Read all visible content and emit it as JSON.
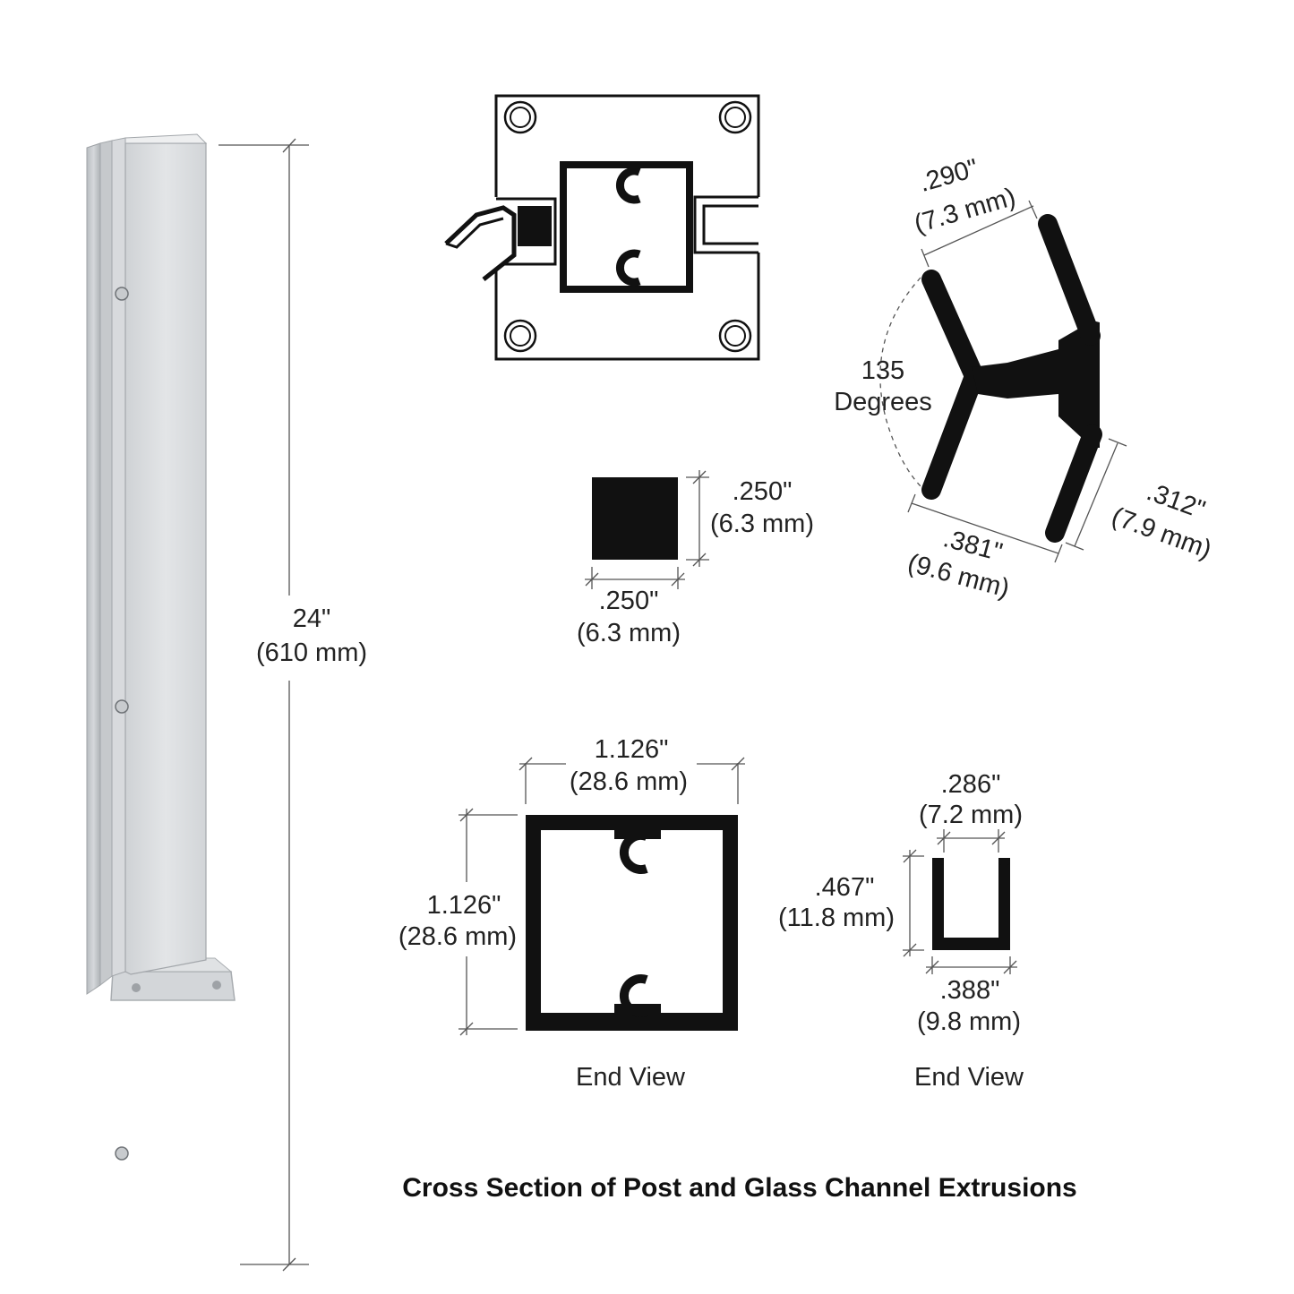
{
  "colors": {
    "background": "#ffffff",
    "extrusion": "#111111",
    "post_light": "#d9dbdd",
    "post_mid": "#c2c5c8",
    "post_dark": "#9ea2a6"
  },
  "post": {
    "height_in": "24\"",
    "height_mm": "(610 mm)"
  },
  "angle_profile": {
    "top_in": ".290\"",
    "top_mm": "(7.3 mm)",
    "angle_value": "135",
    "angle_unit": "Degrees",
    "bottom_in": ".381\"",
    "bottom_mm": "(9.6 mm)",
    "right_in": ".312\"",
    "right_mm": "(7.9 mm)"
  },
  "square_bar": {
    "height_in": ".250\"",
    "height_mm": "(6.3 mm)",
    "width_in": ".250\"",
    "width_mm": "(6.3 mm)"
  },
  "post_section": {
    "width_in": "1.126\"",
    "width_mm": "(28.6 mm)",
    "height_in": "1.126\"",
    "height_mm": "(28.6 mm)",
    "view_label": "End View"
  },
  "channel_section": {
    "inner_in": ".286\"",
    "inner_mm": "(7.2 mm)",
    "height_in": ".467\"",
    "height_mm": "(11.8 mm)",
    "outer_in": ".388\"",
    "outer_mm": "(9.8 mm)",
    "view_label": "End View"
  },
  "caption": "Cross Section of Post and Glass Channel Extrusions"
}
